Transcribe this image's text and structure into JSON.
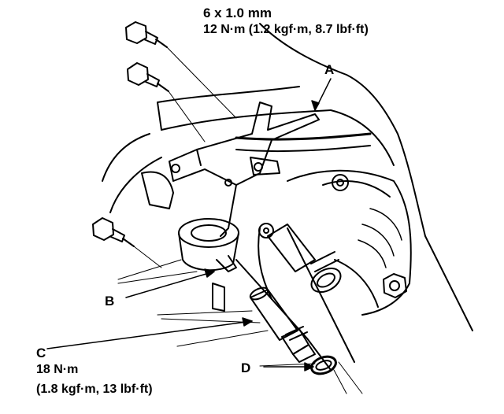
{
  "labels": {
    "top_bolt_size": "6 x 1.0 mm",
    "top_bolt_torque": "12 N·m (1.2 kgf·m, 8.7 lbf·ft)",
    "A": "A",
    "B": "B",
    "C": "C",
    "C_torque_line1": "18 N·m",
    "C_torque_line2": "(1.8 kgf·m, 13 lbf·ft)",
    "D": "D"
  }
}
